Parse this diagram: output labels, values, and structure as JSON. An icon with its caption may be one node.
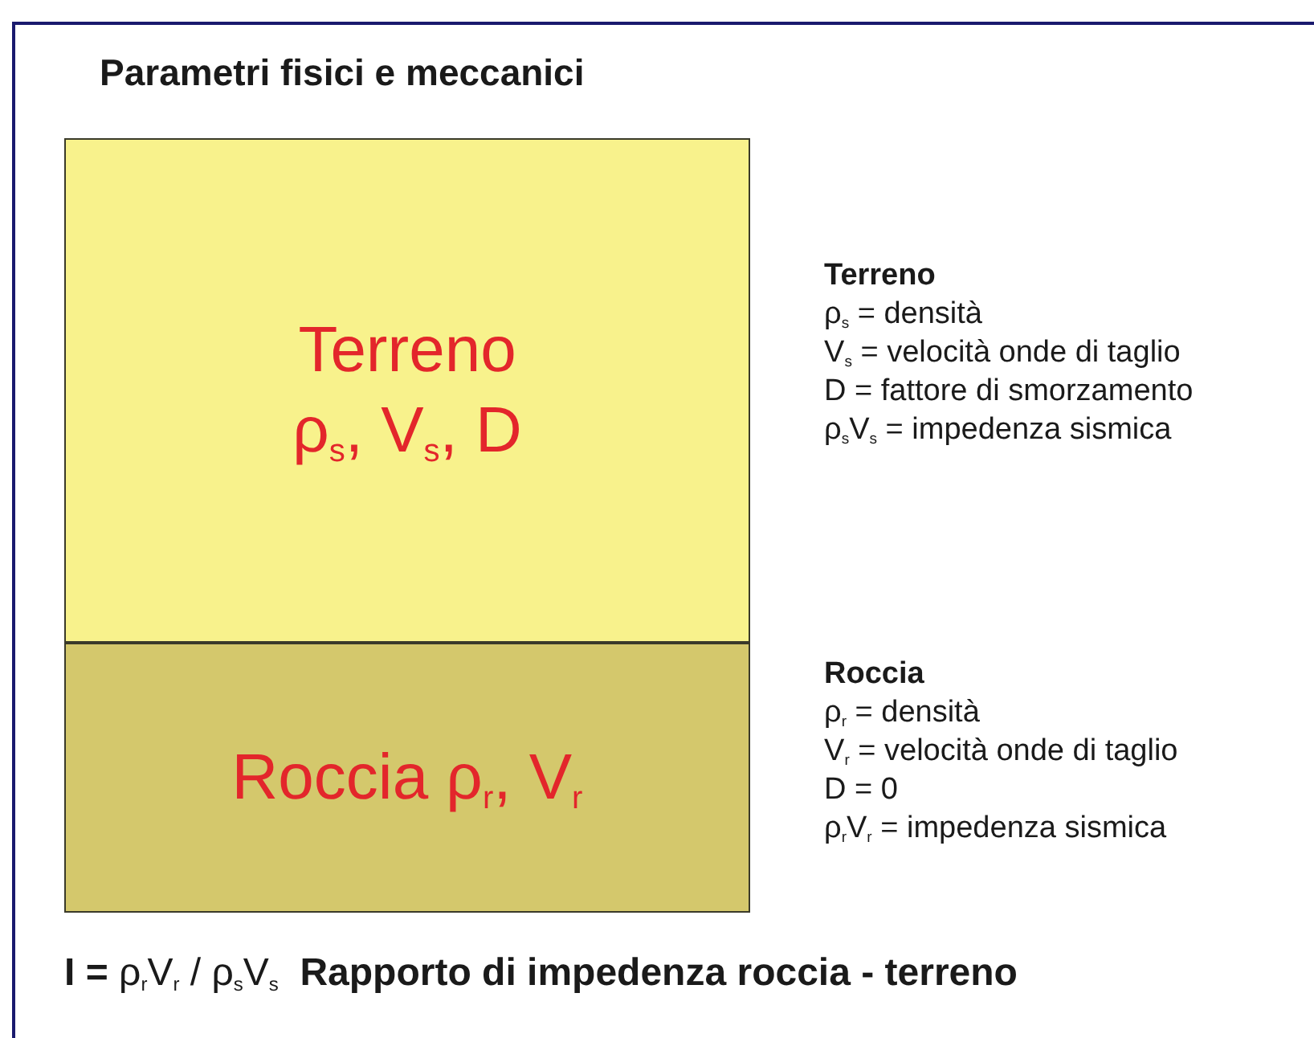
{
  "diagram": {
    "title": "Parametri fisici e meccanici",
    "nodes": [
      {
        "text": [
          "Terreno",
          "ρ$_{s}$, V$_{s}$, D"
        ]
      },
      {
        "text": [
          "Roccia ρ$_{r}$, V$_{r}$"
        ]
      }
    ],
    "labels": [
      "Terreno",
      "ρ$_{s}$ = densità",
      "V$_{s}$ = velocità onde di taglio",
      "D = fattore di smorzamento",
      "ρ$_{s}$V$_{s}$ = impedenza sismica",
      "Roccia",
      "ρ$_{r}$ = densità",
      "V$_{r}$ = velocità onde di taglio",
      "D = 0",
      "ρ$_{r}$V$_{r}$ = impedenza sismica",
      "**I =** ρ$_{r}$V$_{r}$ / ρ$_{s}$V$_{s}$  **Rapporto di impedenza roccia - terreno**"
    ]
  }
}
